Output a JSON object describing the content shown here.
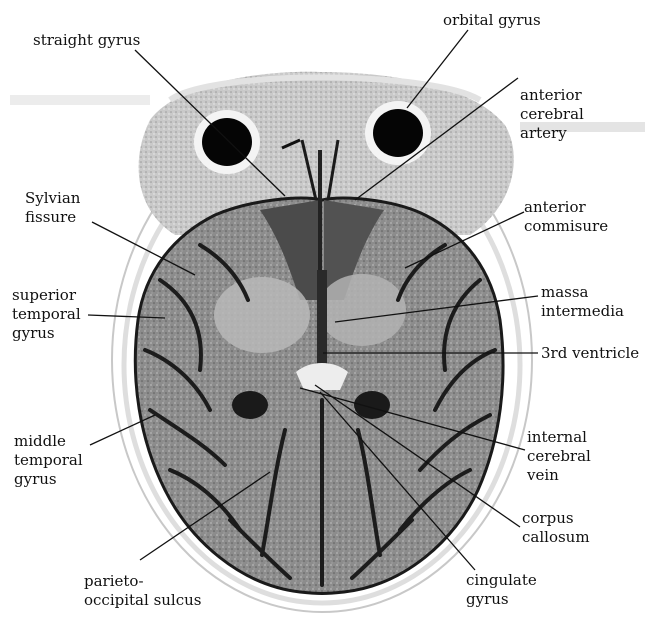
{
  "labels": {
    "straight_gyrus": [
      "straight gyrus"
    ],
    "orbital_gyrus": [
      "orbital gyrus"
    ],
    "anterior_cerebral_artery": [
      "anterior",
      "cerebral",
      "artery"
    ],
    "sylvian_fissure": [
      "Sylvian",
      "fissure"
    ],
    "anterior_commisure": [
      "anterior",
      "commisure"
    ],
    "superior_temporal_gyrus": [
      "superior",
      "temporal",
      "gyrus"
    ],
    "massa_intermedia": [
      "massa",
      "intermedia"
    ],
    "third_ventricle": [
      "3rd ventricle"
    ],
    "middle_temporal_gyrus": [
      "middle",
      "temporal",
      "gyrus"
    ],
    "internal_cerebral_vein": [
      "internal",
      "cerebral",
      "vein"
    ],
    "corpus_callosum": [
      "corpus",
      "callosum"
    ],
    "parieto_occipital_sulcus": [
      "parieto-",
      "occipital sulcus"
    ],
    "cingulate_gyrus": [
      "cingulate",
      "gyrus"
    ]
  },
  "colors": {
    "text": "#111111",
    "leader_line": "#111111",
    "background": "#ffffff",
    "brain_tissue": "#8a8a8a",
    "sulcus": "#1c1c1c",
    "orbit": "#050505"
  }
}
